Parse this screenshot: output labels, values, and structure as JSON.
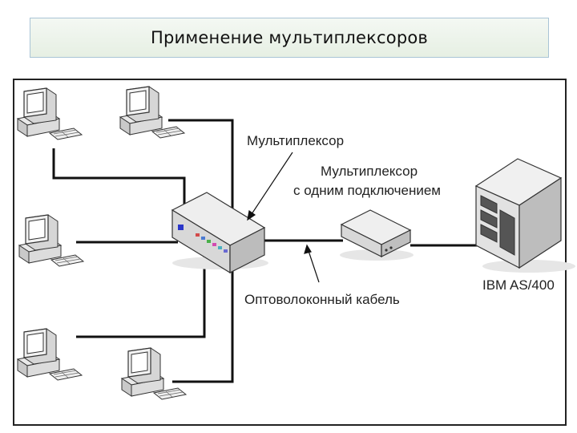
{
  "header": {
    "title": "Применение мультиплексоров"
  },
  "diagram": {
    "labels": {
      "multiplexer": "Мультиплексор",
      "single_mux_line1": "Мультиплексор",
      "single_mux_line2": "с одним подключением",
      "fiber_cable": "Оптоволоконный кабель",
      "server": "IBM AS/400"
    },
    "nodes": [
      "workstation-1",
      "workstation-2",
      "workstation-3",
      "workstation-4",
      "workstation-5",
      "multiplexer",
      "single-connection-multiplexer",
      "ibm-as400-server"
    ]
  }
}
